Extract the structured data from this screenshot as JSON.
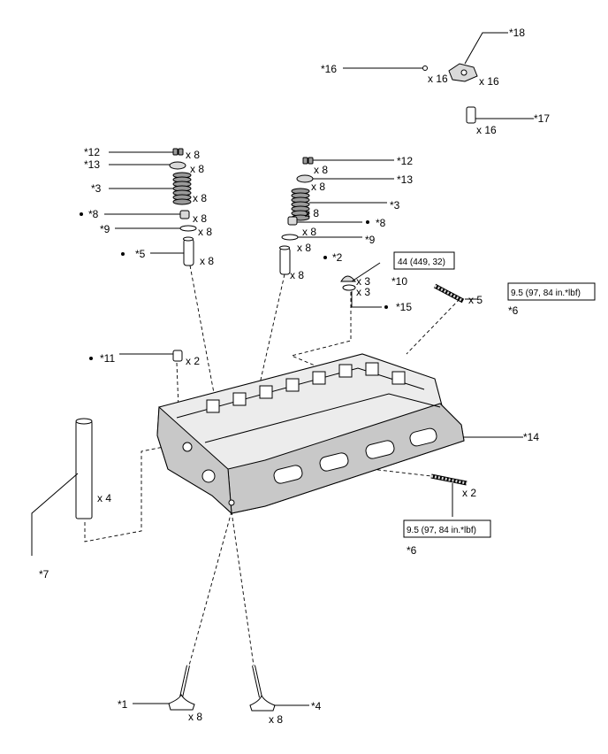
{
  "callouts": [
    {
      "id": "c1",
      "label": "*1",
      "qty": "x 8"
    },
    {
      "id": "c2",
      "label": "*2",
      "qty": "x 8"
    },
    {
      "id": "c3l",
      "label": "*3",
      "qty": "x 8"
    },
    {
      "id": "c3r",
      "label": "*3",
      "qty": "x 8"
    },
    {
      "id": "c4",
      "label": "*4",
      "qty": "x 8"
    },
    {
      "id": "c5",
      "label": "*5",
      "qty": "x 8"
    },
    {
      "id": "c6a",
      "label": "*6",
      "qty": "x 5"
    },
    {
      "id": "c6b",
      "label": "*6",
      "qty": "x 2"
    },
    {
      "id": "c7",
      "label": "*7",
      "qty": "x 4"
    },
    {
      "id": "c8l",
      "label": "*8",
      "qty": "x 8"
    },
    {
      "id": "c8r",
      "label": "*8",
      "qty": "x 8"
    },
    {
      "id": "c9l",
      "label": "*9",
      "qty": "x 8"
    },
    {
      "id": "c9r",
      "label": "*9",
      "qty": "x 8"
    },
    {
      "id": "c10",
      "label": "*10",
      "qty": "x 3"
    },
    {
      "id": "c11",
      "label": "*11",
      "qty": "x 2"
    },
    {
      "id": "c12l",
      "label": "*12",
      "qty": "x 8"
    },
    {
      "id": "c12r",
      "label": "*12",
      "qty": "x 8"
    },
    {
      "id": "c13l",
      "label": "*13",
      "qty": "x 8"
    },
    {
      "id": "c13r",
      "label": "*13",
      "qty": "x 8"
    },
    {
      "id": "c14",
      "label": "*14",
      "qty": ""
    },
    {
      "id": "c15",
      "label": "*15",
      "qty": "x 3"
    },
    {
      "id": "c16",
      "label": "*16",
      "qty": "x 16"
    },
    {
      "id": "c16b",
      "label": "",
      "qty": "x 16"
    },
    {
      "id": "c17",
      "label": "*17",
      "qty": "x 16"
    },
    {
      "id": "c18",
      "label": "*18",
      "qty": ""
    }
  ],
  "torque_specs": [
    {
      "id": "t10",
      "text": "44 (449, 32)"
    },
    {
      "id": "t6a",
      "text": "9.5 (97, 84 in.*lbf)"
    },
    {
      "id": "t6b",
      "text": "9.5 (97, 84 in.*lbf)"
    }
  ]
}
